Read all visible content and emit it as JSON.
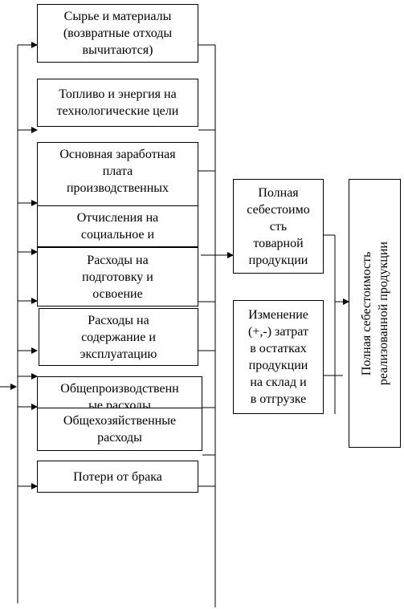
{
  "boxes": {
    "raw_materials": "Сырье и материалы\n(возвратные отходы\nвычитаются)",
    "fuel_energy": "Топливо и энергия на\nтехнологические цели",
    "base_wages": "Основная заработная\nплата\nпроизводственных",
    "social_contributions": "Отчисления на\nсоциальное и",
    "preparation": "Расходы на\nподготовку и\nосвоение",
    "maintenance": "Расходы на\nсодержание и\nэксплуатацию",
    "general_production": "Общепроизводственн\nые расходы",
    "general_business": "Общехозяйственные\nрасходы",
    "defect_losses": "Потери от брака",
    "full_cost_commodity": "Полная\nсебестоимо\nсть\nтоварной\nпродукции",
    "stock_change": "Изменение\n(+,-) затрат\nв остатках\nпродукции\nна склад и\nв отгрузке",
    "full_cost_sold": "Полная себестоимость\nреализованной продукции"
  }
}
